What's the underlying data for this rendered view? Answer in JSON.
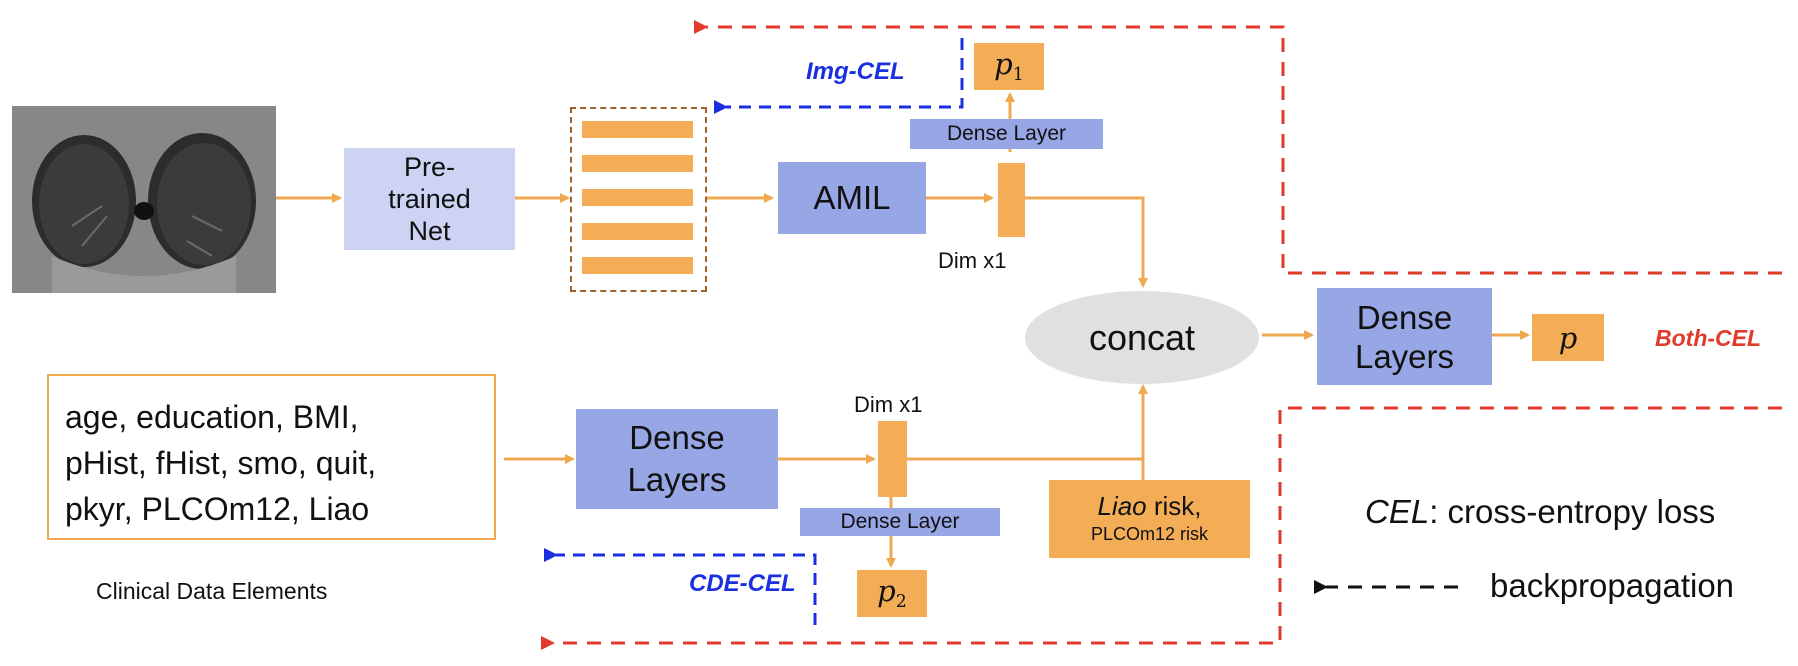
{
  "colors": {
    "orange": "#f3ad57",
    "arrow_orange": "#f0a850",
    "lavender": "#ccd3f3",
    "blue_box": "#97a6e4",
    "concat_gray": "#e0e0e0",
    "img_cel_blue": "#1a2fe0",
    "both_cel_red": "#e23a2a",
    "feature_border": "#a0642a"
  },
  "icons": {
    "ct_scan": "lung-ct-image"
  },
  "nodes": {
    "pretrained": "Pre-\ntrained\nNet",
    "amil": "AMIL",
    "dim_top": "Dim x1",
    "dense_layer_top": "Dense Layer",
    "p1_base": "p",
    "p1_sub": "1",
    "img_cel": "Img-CEL",
    "concat": "concat",
    "dense_layers_right": "Dense\nLayers",
    "p_out": "p",
    "both_cel": "Both-CEL",
    "clinical_text": "age, education, BMI,\npHist, fHist, smo, quit,\npkyr, PLCOm12, Liao",
    "clinical_caption": "Clinical Data Elements",
    "dense_layers_bottom": "Dense\nLayers",
    "dim_bottom": "Dim x1",
    "dense_layer_bottom": "Dense Layer",
    "p2_base": "p",
    "p2_sub": "2",
    "cde_cel": "CDE-CEL",
    "risk_italic": "Liao",
    "risk_rest": " risk,",
    "risk_line2": "PLCOm12 risk"
  },
  "legend": {
    "cel_term": "CEL",
    "cel_def": ": cross-entropy loss",
    "backprop": "backpropagation"
  }
}
